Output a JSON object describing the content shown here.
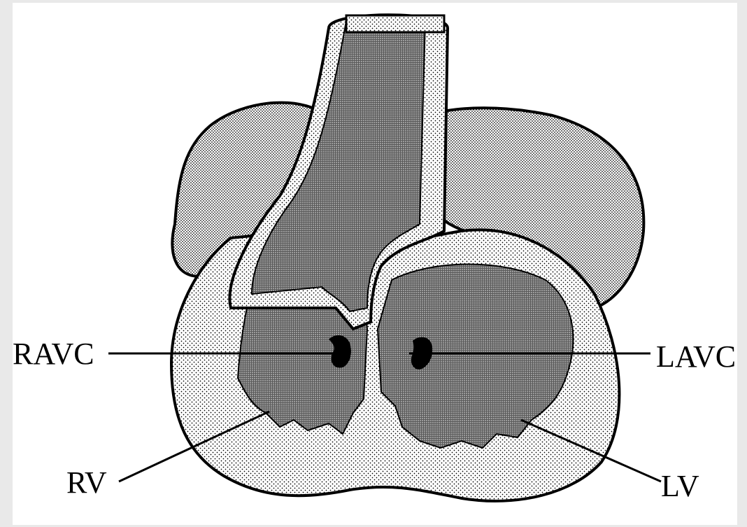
{
  "labels": {
    "ravc": "RAVC",
    "lavc": "LAVC",
    "rv": "RV",
    "lv": "LV"
  },
  "colors": {
    "frame_bg": "#e9e9e9",
    "panel_bg": "#ffffff",
    "outline": "#000000"
  }
}
